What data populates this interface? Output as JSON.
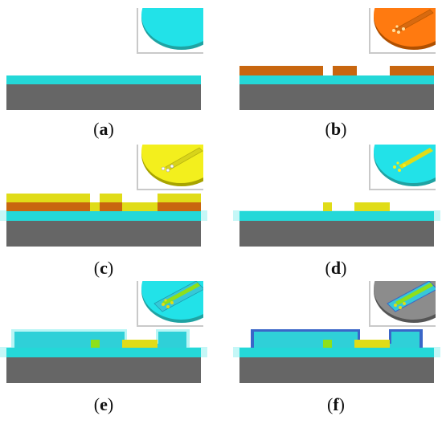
{
  "figure": {
    "panels": [
      {
        "id": "a",
        "label_open": "(",
        "label_letter": "a",
        "label_close": ")",
        "inset": "cyan wafer",
        "layers": [
          "substrate",
          "cyan film"
        ]
      },
      {
        "id": "b",
        "label_open": "(",
        "label_letter": "b",
        "label_close": ")",
        "inset": "orange wafer with pattern",
        "layers": [
          "substrate",
          "cyan film",
          "orange patterned resist"
        ]
      },
      {
        "id": "c",
        "label_open": "(",
        "label_letter": "c",
        "label_close": ")",
        "inset": "yellow wafer with pattern",
        "layers": [
          "substrate",
          "cyan film",
          "orange resist",
          "yellow metal"
        ]
      },
      {
        "id": "d",
        "label_open": "(",
        "label_letter": "d",
        "label_close": ")",
        "inset": "cyan wafer with yellow electrodes",
        "layers": [
          "substrate",
          "cyan film",
          "yellow electrodes"
        ]
      },
      {
        "id": "e",
        "label_open": "(",
        "label_letter": "e",
        "label_close": ")",
        "inset": "cyan wafer with channel",
        "layers": [
          "substrate",
          "cyan film",
          "cyan structure",
          "electrodes"
        ]
      },
      {
        "id": "f",
        "label_open": "(",
        "label_letter": "f",
        "label_close": ")",
        "inset": "grey wafer with channel",
        "layers": [
          "substrate",
          "cyan film",
          "cyan structure",
          "electrodes",
          "blue outline"
        ]
      }
    ]
  },
  "colors": {
    "substrate": "#666666",
    "cyan": "#24d8d8",
    "cyan_light": "#9ff2f2",
    "orange": "#c8660f",
    "wafer_orange": "#ff7a10",
    "yellow": "#e0dc18",
    "yellow_bright": "#f3ef1d",
    "green": "#8ee01a",
    "blue_outline": "#3a66c8",
    "grey_wafer": "#8c8c8c",
    "inset_border": "#c9c9c9"
  }
}
